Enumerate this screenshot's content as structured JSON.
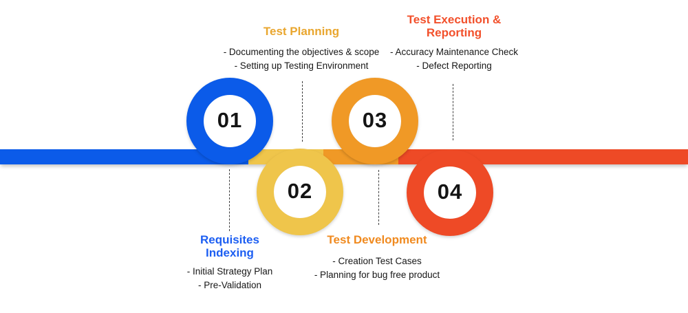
{
  "colors": {
    "step1_blue": "#0B5BE9",
    "step2_yellow": "#EFC54B",
    "step3_orange": "#F09926",
    "step4_red": "#EE4A26",
    "band_blue": "#0B5BE9",
    "band_red": "#EE4A26",
    "title1_blue": "#1C5EF2",
    "title2_gold": "#E9A62E",
    "title3_orange": "#F08A1F",
    "title4_red": "#F2502B",
    "text_dark": "#161616",
    "connector_gray": "#3D3D3D"
  },
  "steps": [
    {
      "number": "01",
      "title": "Requisites Indexing",
      "bullets": [
        "- Initial Strategy Plan",
        "- Pre-Validation"
      ]
    },
    {
      "number": "02",
      "title": "Test Planning",
      "bullets": [
        "- Documenting the objectives & scope",
        "- Setting up Testing Environment"
      ]
    },
    {
      "number": "03",
      "title": "Test Development",
      "bullets": [
        "- Creation Test Cases",
        "- Planning for bug free product"
      ]
    },
    {
      "number": "04",
      "title": "Test Execution & Reporting",
      "bullets": [
        "- Accuracy Maintenance Check",
        "- Defect Reporting"
      ]
    }
  ]
}
